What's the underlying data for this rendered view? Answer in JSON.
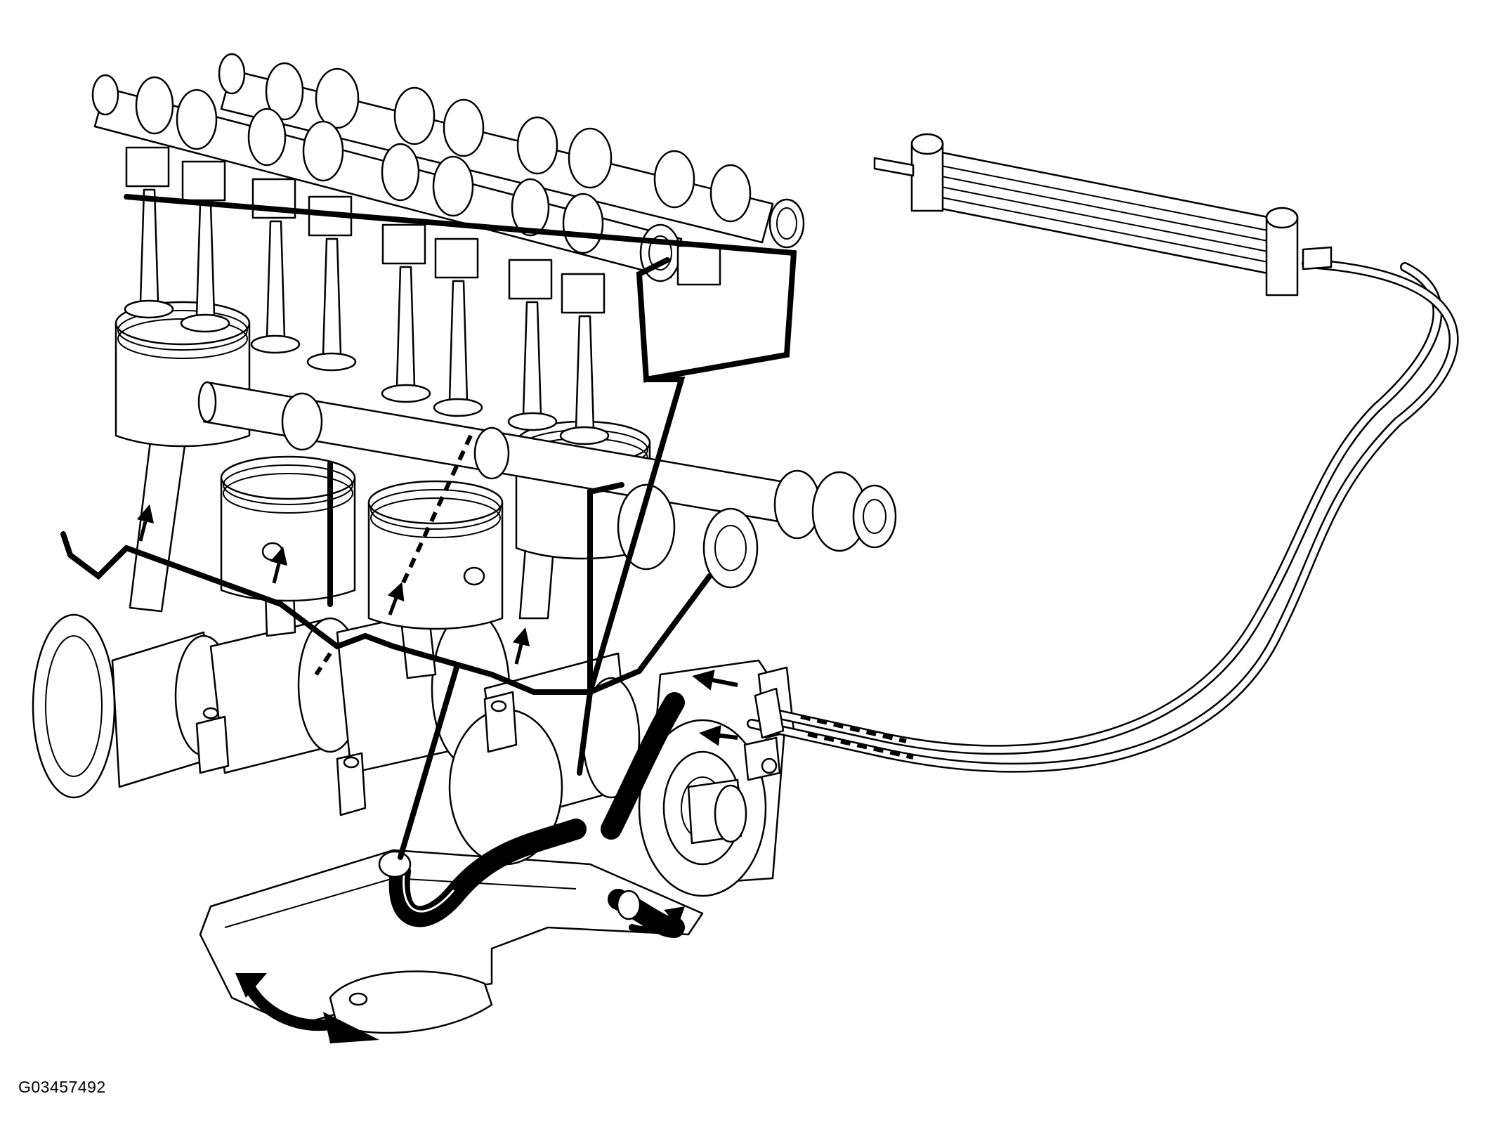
{
  "figure": {
    "id_label": "G03457492"
  },
  "colors": {
    "ink": "#000000",
    "paper": "#ffffff"
  },
  "diagram": {
    "components": [
      "intake-camshaft",
      "exhaust-camshaft",
      "valve-lifters",
      "valves",
      "pistons",
      "auxiliary-shaft",
      "crankshaft",
      "oil-pan",
      "oil-pump",
      "oil-filter-adapter",
      "oil-cooler",
      "oil-cooler-lines",
      "pickup-tube"
    ],
    "flow_indicators": [
      "flow-arrow",
      "dashed-flow-line",
      "rotation-arrow"
    ]
  }
}
